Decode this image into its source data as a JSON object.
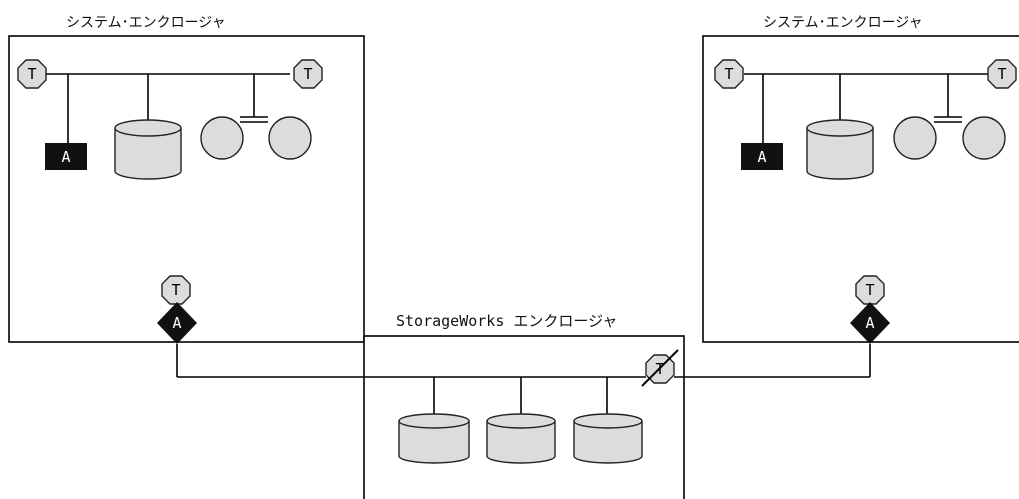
{
  "enclosures": {
    "left": {
      "title": "システム･エンクロージャ"
    },
    "right": {
      "title": "システム･エンクロージャ"
    },
    "storage": {
      "title": "StorageWorks エンクロージャ"
    }
  },
  "symbols": {
    "terminator": "T",
    "adapter": "A"
  },
  "colors": {
    "device_fill": "#dcdcdc",
    "adapter_fill": "#111111",
    "line": "#000000"
  }
}
